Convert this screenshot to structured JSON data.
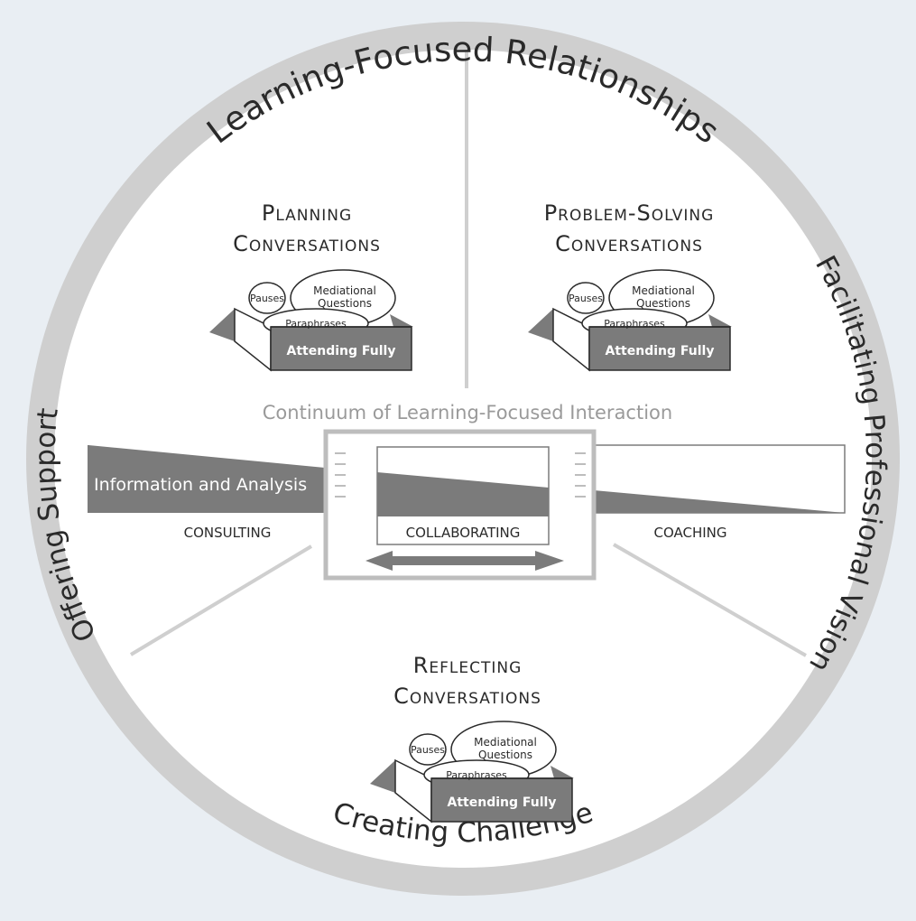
{
  "ring": {
    "top": "Learning-Focused Relationships",
    "left": "Offering Support",
    "right": "Facilitating Professional Vision",
    "bottom": "Creating Challenge"
  },
  "sections": {
    "planning": {
      "line1": "Planning",
      "line2": "Conversations"
    },
    "problem_solving": {
      "line1": "Problem-Solving",
      "line2": "Conversations"
    },
    "reflecting": {
      "line1": "Reflecting",
      "line2": "Conversations"
    }
  },
  "toolbox": {
    "pauses": "Pauses",
    "mediational_1": "Mediational",
    "mediational_2": "Questions",
    "paraphrases": "Paraphrases",
    "attending": "Attending Fully"
  },
  "continuum": {
    "title": "Continuum of Learning-Focused Interaction",
    "info": "Information and Analysis",
    "consulting": "CONSULTING",
    "collaborating": "COLLABORATING",
    "coaching": "COACHING"
  },
  "colors": {
    "background": "#e9eef3",
    "ring": "#cfcfcf",
    "dark": "#7b7b7b",
    "text": "#2a2a2a",
    "title_gray": "#9a9a9a"
  }
}
